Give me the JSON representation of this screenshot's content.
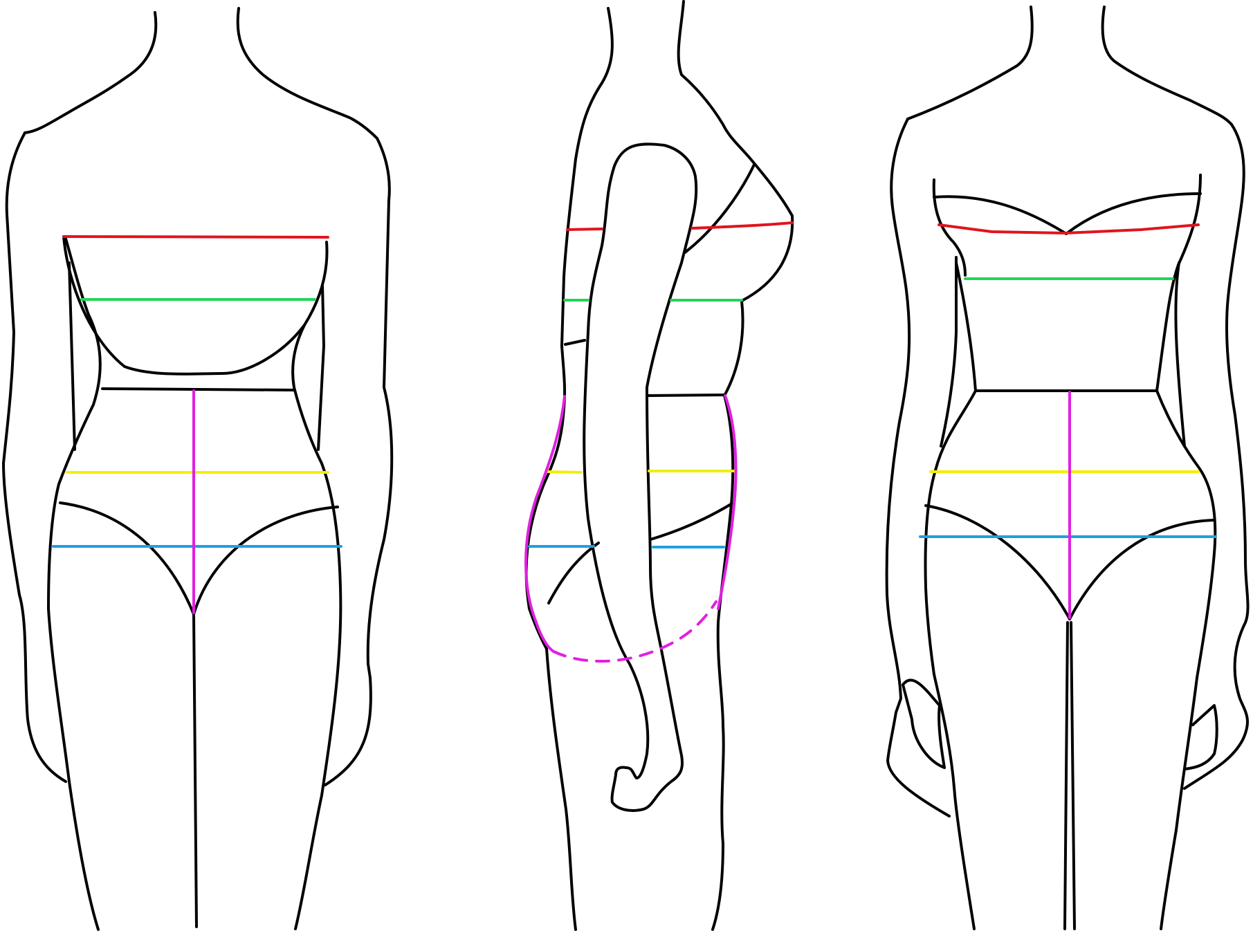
{
  "figures": [
    {
      "view": "front"
    },
    {
      "view": "side"
    },
    {
      "view": "back"
    }
  ],
  "measurement_colors": {
    "bust": "#e0141e",
    "underbust": "#22d45a",
    "high_hip": "#f3ee0a",
    "hip": "#1ea0e0",
    "rise": "#e020e0"
  }
}
